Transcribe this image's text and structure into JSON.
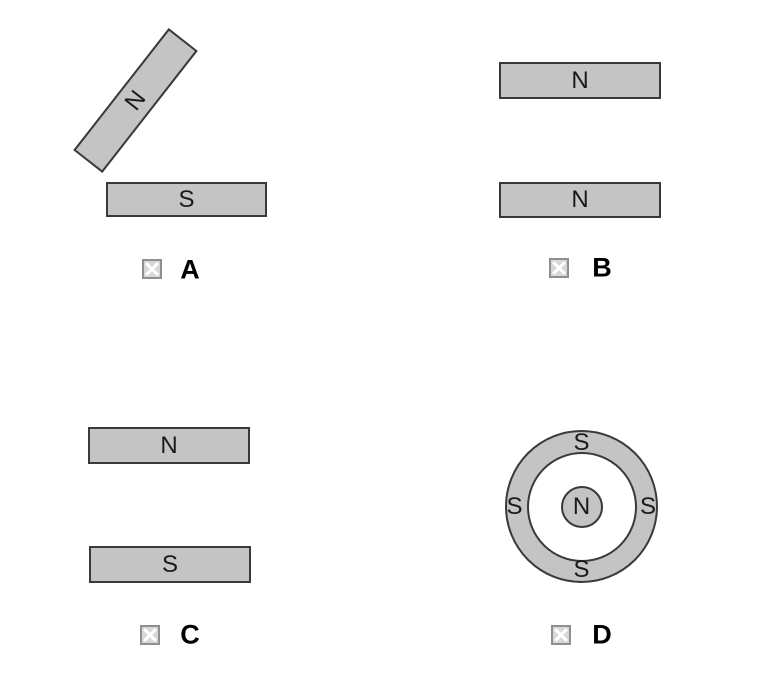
{
  "colors": {
    "background": "#ffffff",
    "magnet_fill": "#c4c4c4",
    "magnet_outline": "#3a3a3a",
    "pole_letter": "#1a1a1a",
    "option_letter": "#000000",
    "checkbox_border": "#8f8f8f",
    "checkbox_fill": "#d8d8d8",
    "checkbox_cross": "#ffffff"
  },
  "options": [
    {
      "label": "A",
      "checkbox_icon": "x-mark-icon",
      "magnets": [
        {
          "shape": "bar",
          "pole": "N",
          "rotation_deg": -52
        },
        {
          "shape": "bar",
          "pole": "S",
          "rotation_deg": 0
        }
      ]
    },
    {
      "label": "B",
      "checkbox_icon": "x-mark-icon",
      "magnets": [
        {
          "shape": "bar",
          "pole": "N",
          "rotation_deg": 0
        },
        {
          "shape": "bar",
          "pole": "N",
          "rotation_deg": 0
        }
      ]
    },
    {
      "label": "C",
      "checkbox_icon": "x-mark-icon",
      "magnets": [
        {
          "shape": "bar",
          "pole": "N",
          "rotation_deg": 0
        },
        {
          "shape": "bar",
          "pole": "S",
          "rotation_deg": 0
        }
      ]
    },
    {
      "label": "D",
      "checkbox_icon": "x-mark-icon",
      "ring_magnet": {
        "outer_pole_labels": [
          "S",
          "S",
          "S",
          "S"
        ],
        "outer_pole_positions": [
          "top",
          "right",
          "bottom",
          "left"
        ],
        "center_pole": "N"
      }
    }
  ]
}
